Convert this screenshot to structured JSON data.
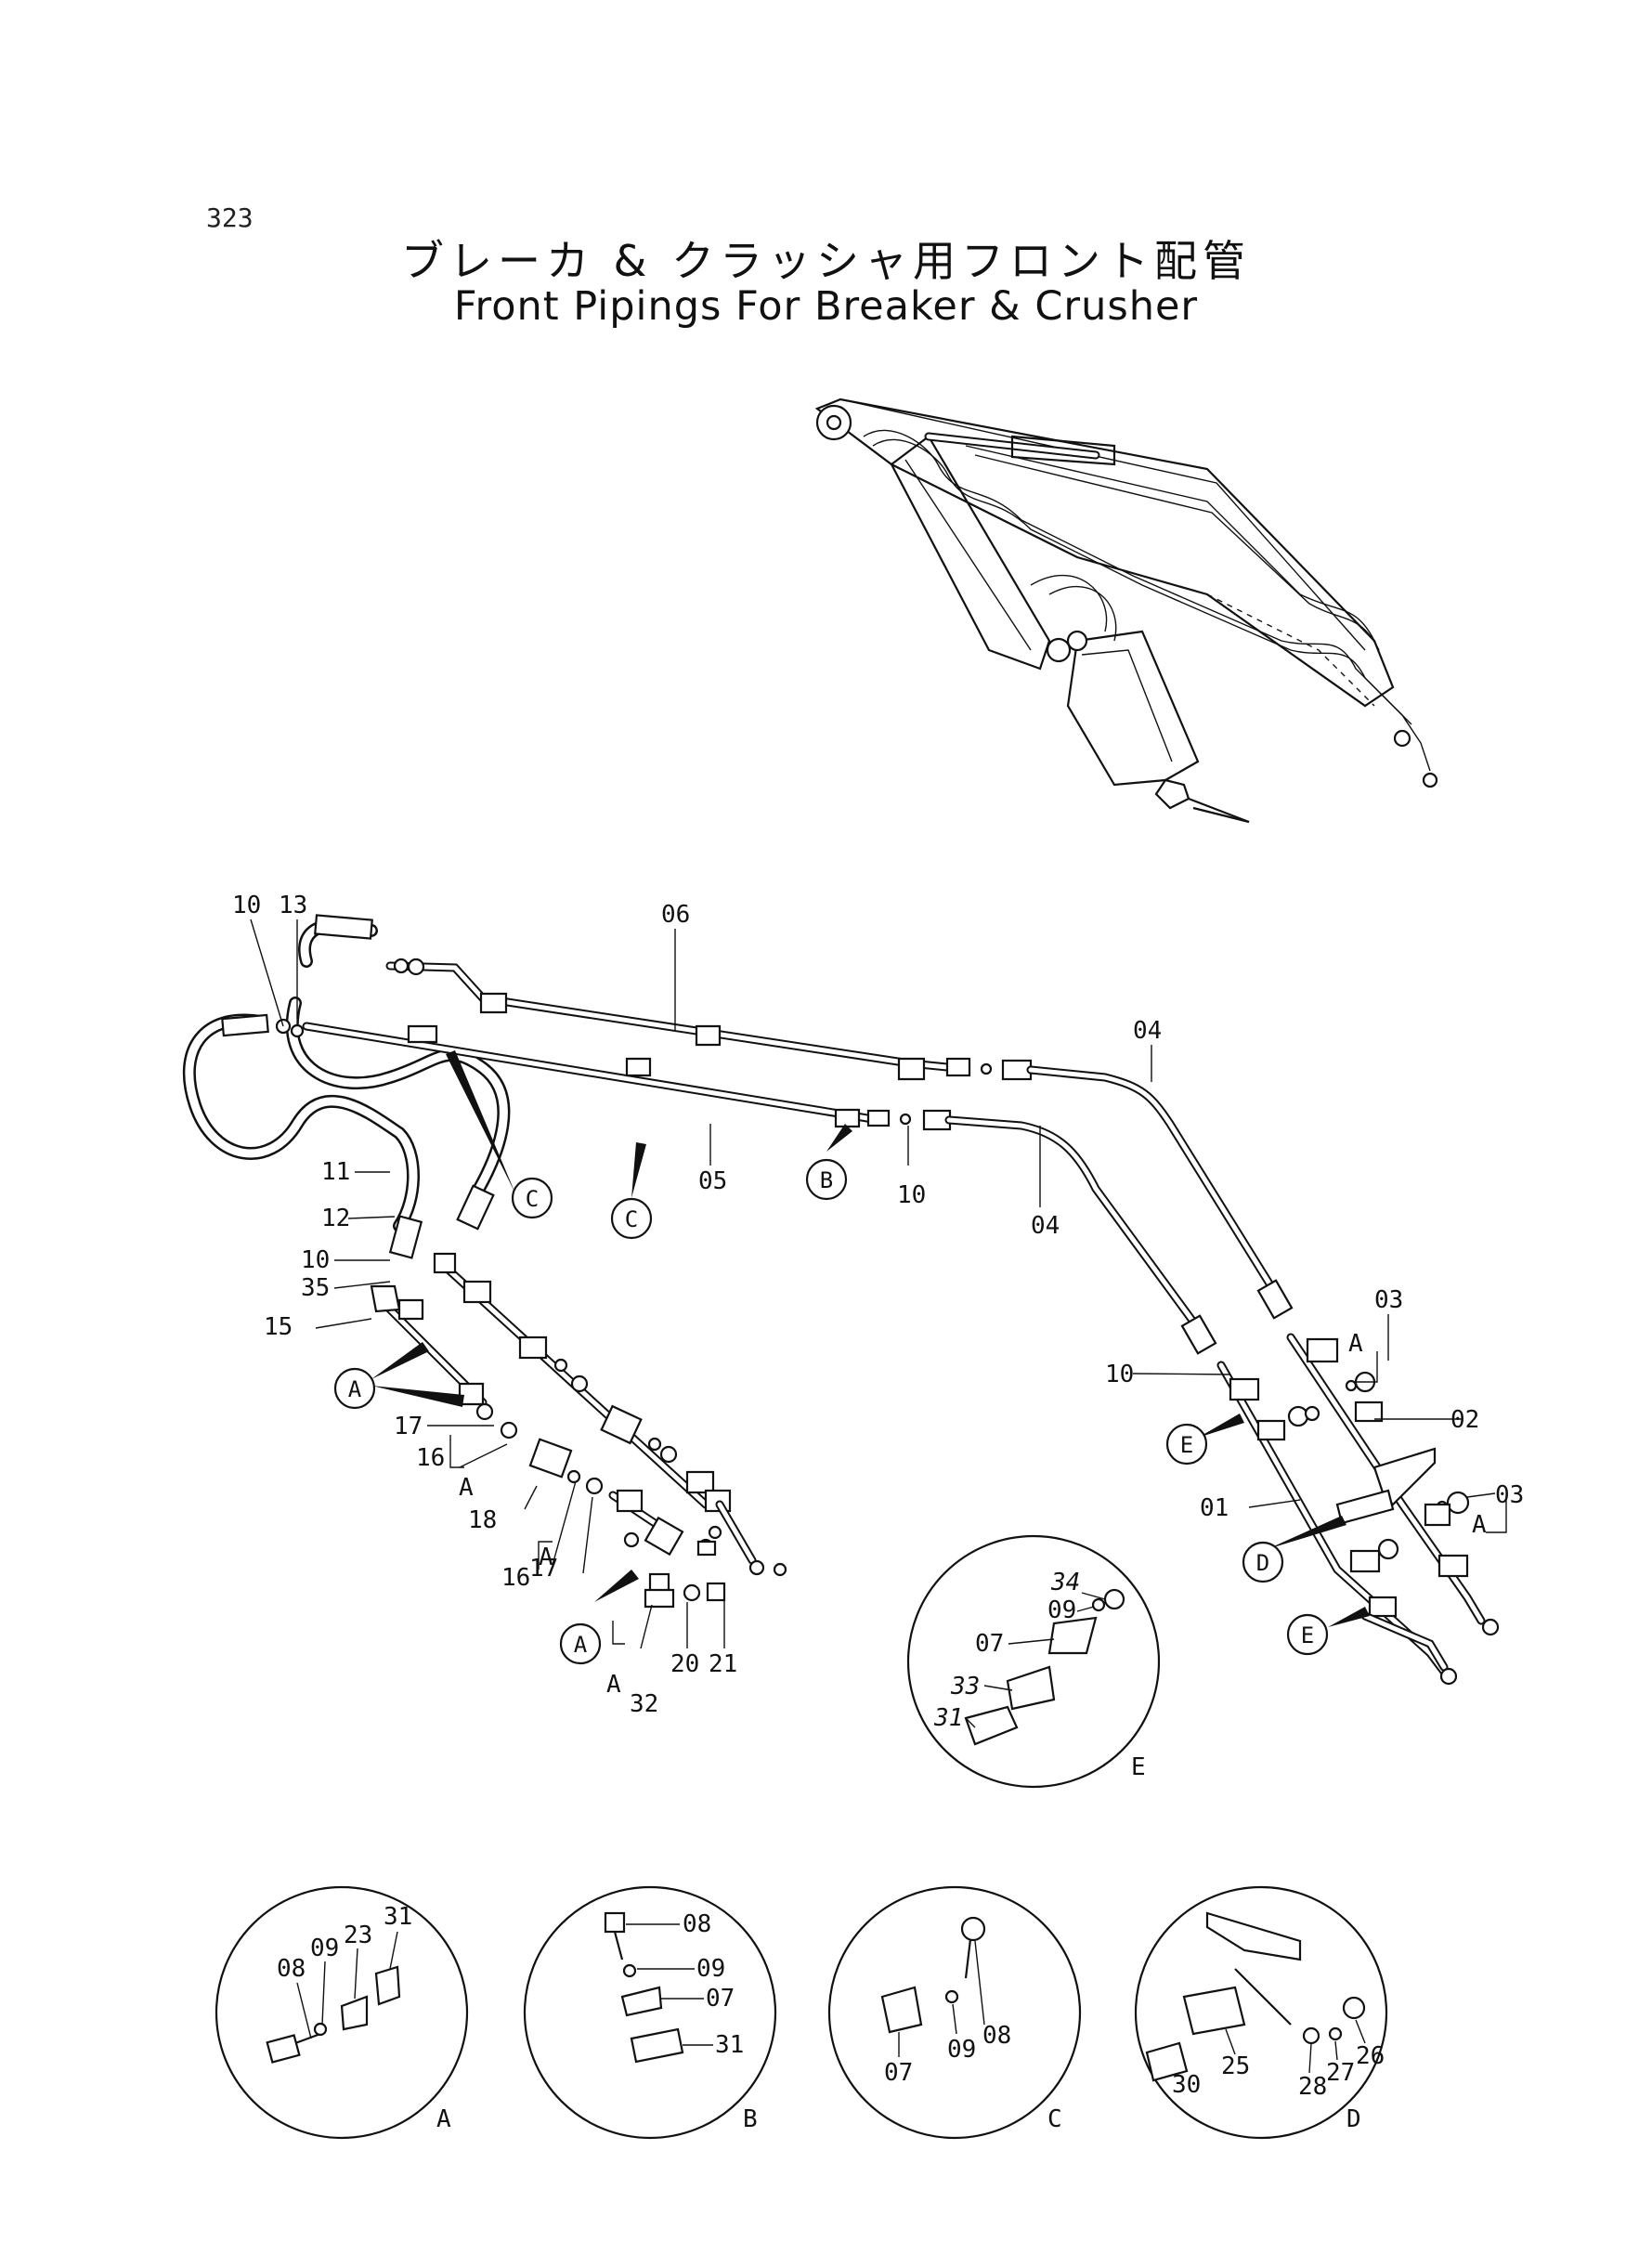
{
  "page": {
    "number": "323",
    "title_jp": "ブレーカ & クラッシャ用フロント配管",
    "title_en": "Front Pipings For Breaker & Crusher"
  },
  "main_labels": {
    "p10a": "10",
    "p13": "13",
    "p06": "06",
    "p04a": "04",
    "p11": "11",
    "p12": "12",
    "p10b": "10",
    "p35": "35",
    "p15": "15",
    "p05": "05",
    "p10c": "10",
    "p04b": "04",
    "p17a": "17",
    "p16a": "16",
    "p18": "18",
    "p16b": "16",
    "p17b": "17",
    "p20": "20",
    "p21": "21",
    "p32": "32",
    "p03a": "03",
    "p02": "02",
    "p03b": "03",
    "p10d": "10",
    "p01": "01"
  },
  "callouts": {
    "A1": "A",
    "A2": "A",
    "B1": "B",
    "C1": "C",
    "C2": "C",
    "D1": "D",
    "E1": "E",
    "E2": "E",
    "Abr1": "A",
    "Abr2": "A",
    "Abr3": "A",
    "Abr4": "A",
    "Abr5": "A"
  },
  "details": {
    "E": {
      "letter": "E",
      "labels": {
        "p34": "34",
        "p09": "09",
        "p07": "07",
        "p33": "33",
        "p31": "31"
      }
    },
    "A": {
      "letter": "A",
      "labels": {
        "p31": "31",
        "p09": "09",
        "p23": "23",
        "p08": "08"
      }
    },
    "B": {
      "letter": "B",
      "labels": {
        "p08": "08",
        "p09": "09",
        "p07": "07",
        "p31": "31"
      }
    },
    "C": {
      "letter": "C",
      "labels": {
        "p09": "09",
        "p08": "08",
        "p07": "07"
      }
    },
    "D": {
      "letter": "D",
      "labels": {
        "p27": "27",
        "p26": "26",
        "p25": "25",
        "p30": "30",
        "p28": "28"
      }
    }
  },
  "icons": [
    "excavator-front-overview",
    "hydraulic-pipe-assembly",
    "detail-circle"
  ]
}
